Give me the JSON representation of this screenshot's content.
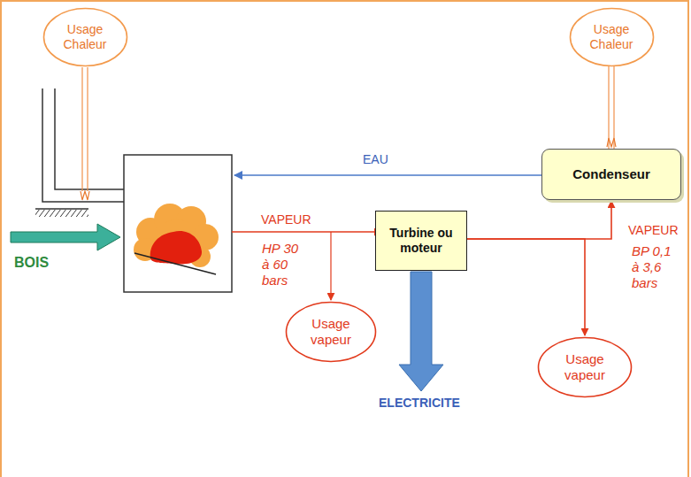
{
  "diagram": {
    "nodes": [
      {
        "text": [
          "Usage Chaleur"
        ]
      },
      {
        "text": [
          "Usage Chaleur"
        ]
      },
      {
        "text": [
          "Condenseur"
        ]
      },
      {
        "text": [
          "Turbine ou moteur"
        ]
      },
      {
        "text": [
          "Usage vapeur"
        ]
      },
      {
        "text": [
          "Usage vapeur"
        ]
      }
    ],
    "edges": [
      {
        "from": 2,
        "to": 1,
        "arrow": "none"
      },
      {
        "from": 3,
        "to": 2,
        "arrow": "to"
      },
      {
        "from": 3,
        "to": 5,
        "arrow": "to"
      }
    ],
    "labels": [
      "EAU",
      "VAPEUR",
      "HP 30 à 60 bars",
      "VAPEUR",
      "BP 0,1 à 3,6 bars",
      "ELECTRICITE",
      "BOIS"
    ]
  }
}
